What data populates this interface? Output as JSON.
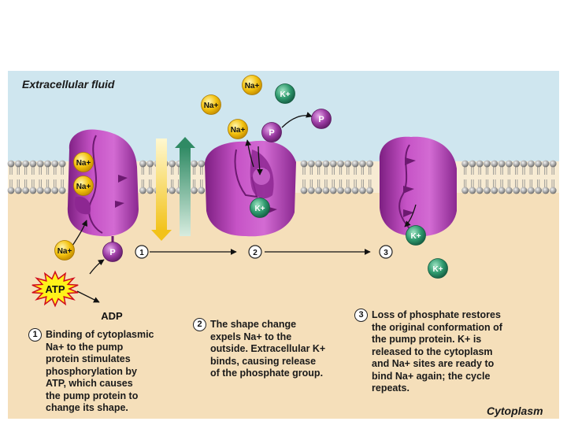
{
  "labels": {
    "extracellular": "Extracellular fluid",
    "cytoplasm": "Cytoplasm",
    "atp": "ATP",
    "adp": "ADP",
    "na": "Na+",
    "k": "K+",
    "p": "P"
  },
  "steps": [
    {
      "num": "1",
      "lines": [
        "Binding of cytoplasmic",
        "Na+ to the pump",
        "protein stimulates",
        "phosphorylation by",
        "ATP, which causes",
        "the pump protein to",
        "change its shape."
      ]
    },
    {
      "num": "2",
      "lines": [
        "The shape change",
        "expels Na+ to the",
        "outside. Extracellular K+",
        "binds, causing release",
        "of the phosphate group."
      ]
    },
    {
      "num": "3",
      "lines": [
        "Loss of phosphate restores",
        "the original conformation of",
        "the pump protein. K+ is",
        "released to the cytoplasm",
        "and Na+ sites are ready to",
        "bind Na+ again; the cycle",
        "repeats."
      ]
    }
  ],
  "colors": {
    "extracellular": "#cfe6ef",
    "cytoplasm": "#f5dfba",
    "protein": "#b33fb3",
    "sodium": "#f3c20f",
    "potassium": "#2f9a6e",
    "phosphate": "#9b3ba3",
    "atp_burst": "#fff21a"
  }
}
